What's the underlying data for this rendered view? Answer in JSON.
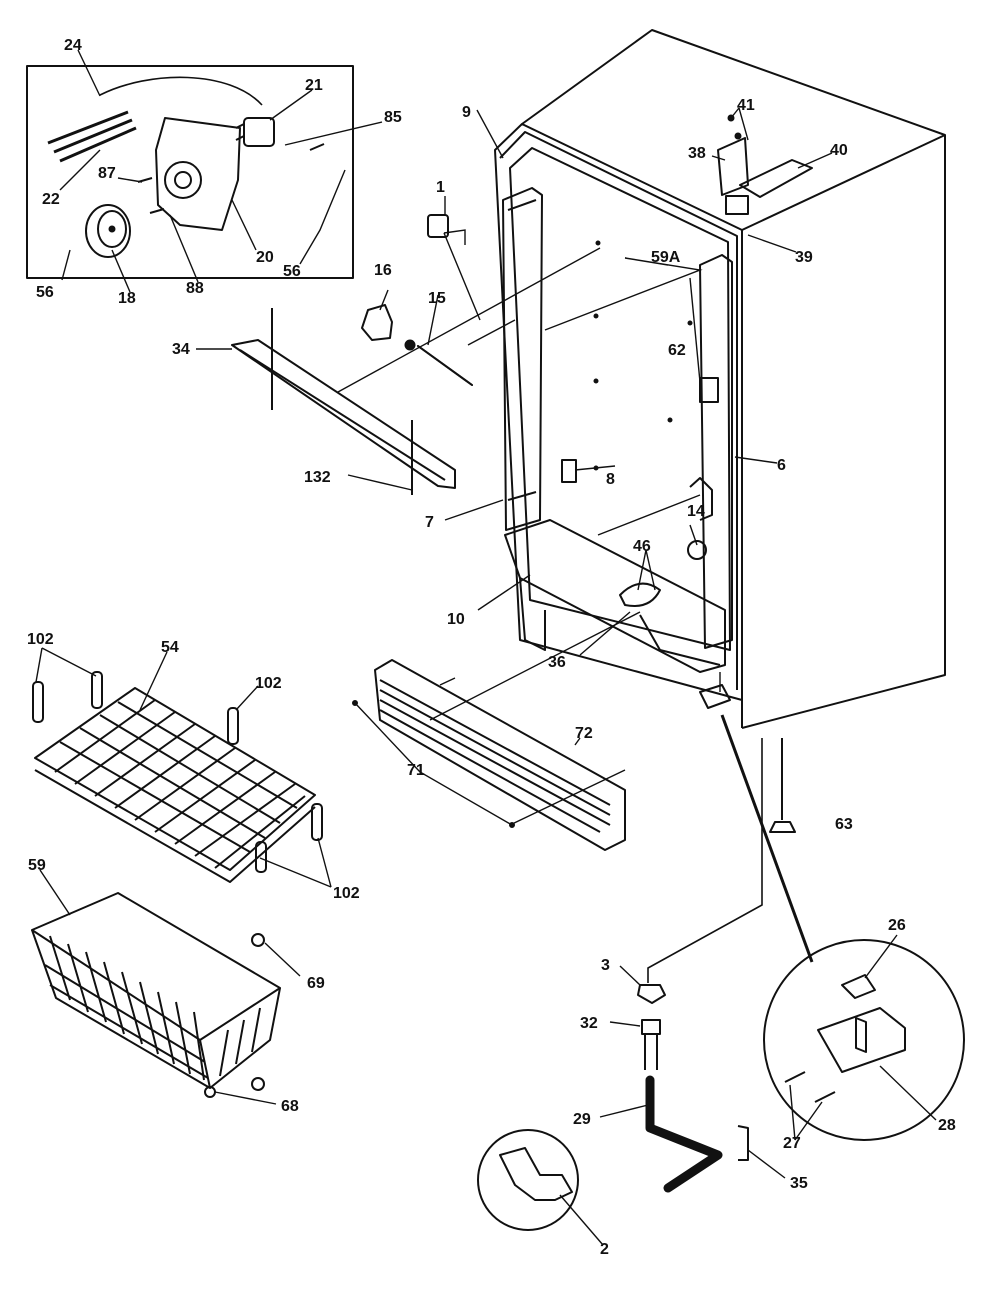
{
  "labels": {
    "p24": "24",
    "p21": "21",
    "p85": "85",
    "p87": "87",
    "p22": "22",
    "p20": "20",
    "p56a": "56",
    "p18": "18",
    "p88": "88",
    "p56b": "56",
    "p9": "9",
    "p1": "1",
    "p41": "41",
    "p38": "38",
    "p40": "40",
    "p39": "39",
    "p16": "16",
    "p15": "15",
    "p34": "34",
    "p62": "62",
    "p132": "132",
    "p59A": "59A",
    "p6": "6",
    "p8": "8",
    "p7": "7",
    "p14": "14",
    "p46": "46",
    "p10": "10",
    "p36": "36",
    "p102a": "102",
    "p54": "54",
    "p102b": "102",
    "p72": "72",
    "p71": "71",
    "p63": "63",
    "p102c": "102",
    "p59": "59",
    "p69": "69",
    "p26": "26",
    "p3": "3",
    "p32": "32",
    "p68": "68",
    "p29": "29",
    "p27": "27",
    "p28": "28",
    "p35": "35",
    "p2": "2"
  }
}
